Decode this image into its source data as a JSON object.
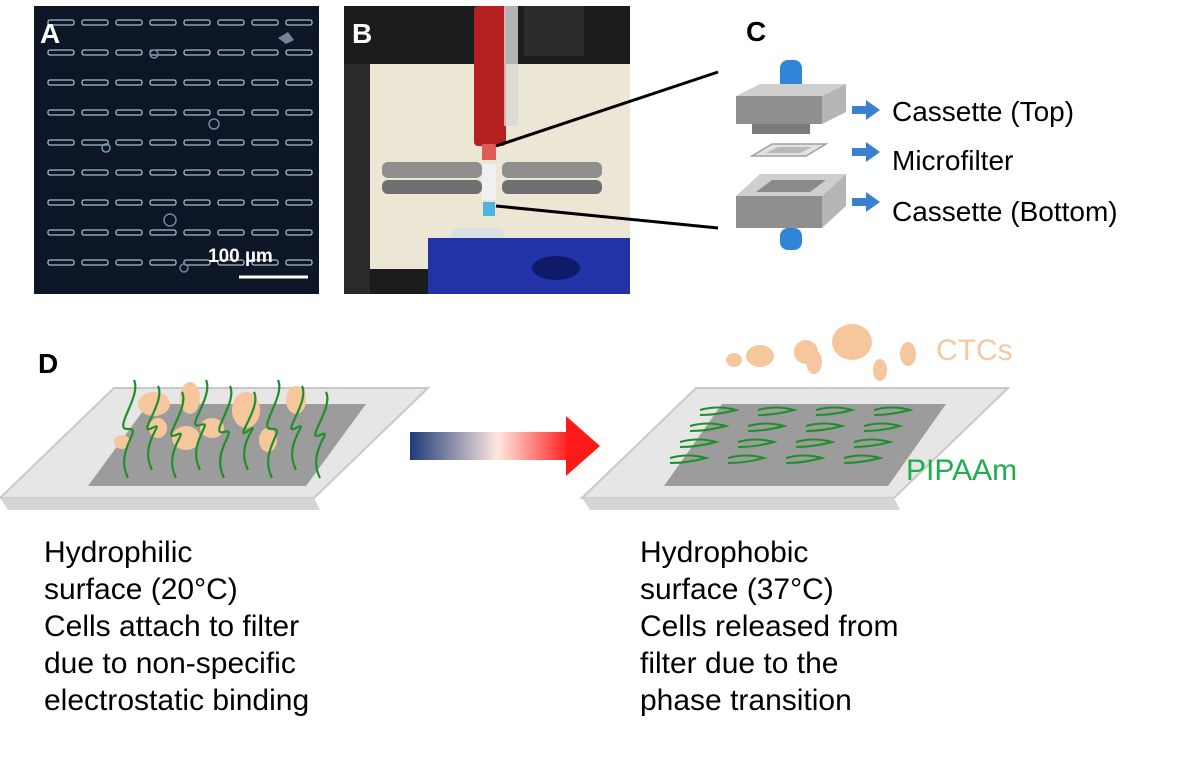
{
  "panels": {
    "a": {
      "letter": "A",
      "scale_bar": "100 µm"
    },
    "b": {
      "letter": "B"
    },
    "c": {
      "letter": "C",
      "labels": [
        "Cassette (Top)",
        "Microfilter",
        "Cassette (Bottom)"
      ]
    },
    "d": {
      "letter": "D",
      "ctcs_label": "CTCs",
      "pipaam_label": "PIPAAm",
      "left_caption": [
        "Hydrophilic",
        "surface (20°C)",
        "Cells attach to filter",
        "due to non-specific",
        "electrostatic binding"
      ],
      "right_caption": [
        "Hydrophobic",
        "surface (37°C)",
        "Cells released from",
        "filter due to the",
        "phase transition"
      ]
    }
  },
  "colors": {
    "cell": "#f6c79c",
    "polymer": "#1f8f2a",
    "pipaam_text": "#1fae4b",
    "ctc_text": "#f3c9a0",
    "arrow_blue": "#2d6fc0",
    "gradient_start": "#1e3a78",
    "gradient_end": "#ff1a1a"
  }
}
